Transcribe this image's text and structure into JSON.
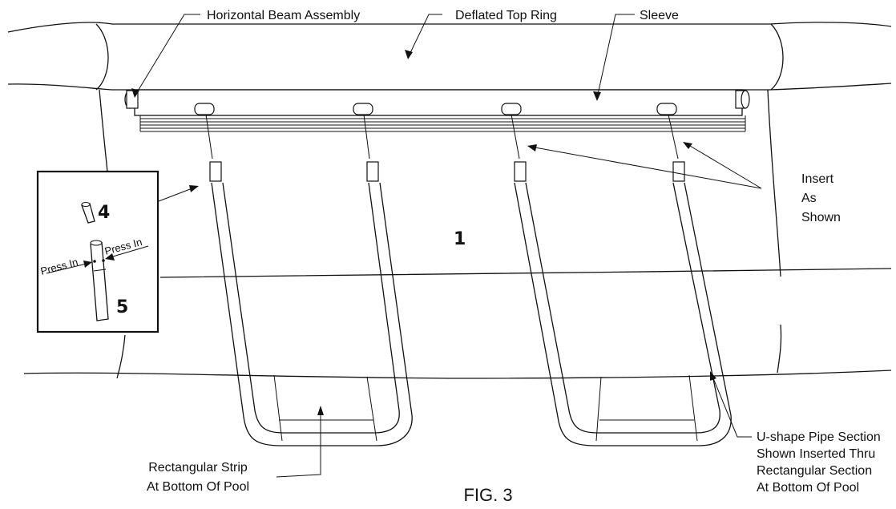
{
  "labels": {
    "horizontal_beam": "Horizontal Beam Assembly",
    "deflated_top_ring": "Deflated Top Ring",
    "sleeve": "Sleeve",
    "insert_lines": [
      "Insert",
      "As",
      "Shown"
    ],
    "part_number_main": "1",
    "rect_strip_lines": [
      "Rectangular Strip",
      "At Bottom Of Pool"
    ],
    "ushape_lines": [
      "U-shape Pipe Section",
      "Shown Inserted Thru",
      "Rectangular Section",
      "At Bottom Of Pool"
    ],
    "figure_caption": "FIG. 3"
  },
  "inset": {
    "part_4": "4",
    "part_5": "5",
    "press_in_left": "Press In",
    "press_in_right": "Press In"
  }
}
